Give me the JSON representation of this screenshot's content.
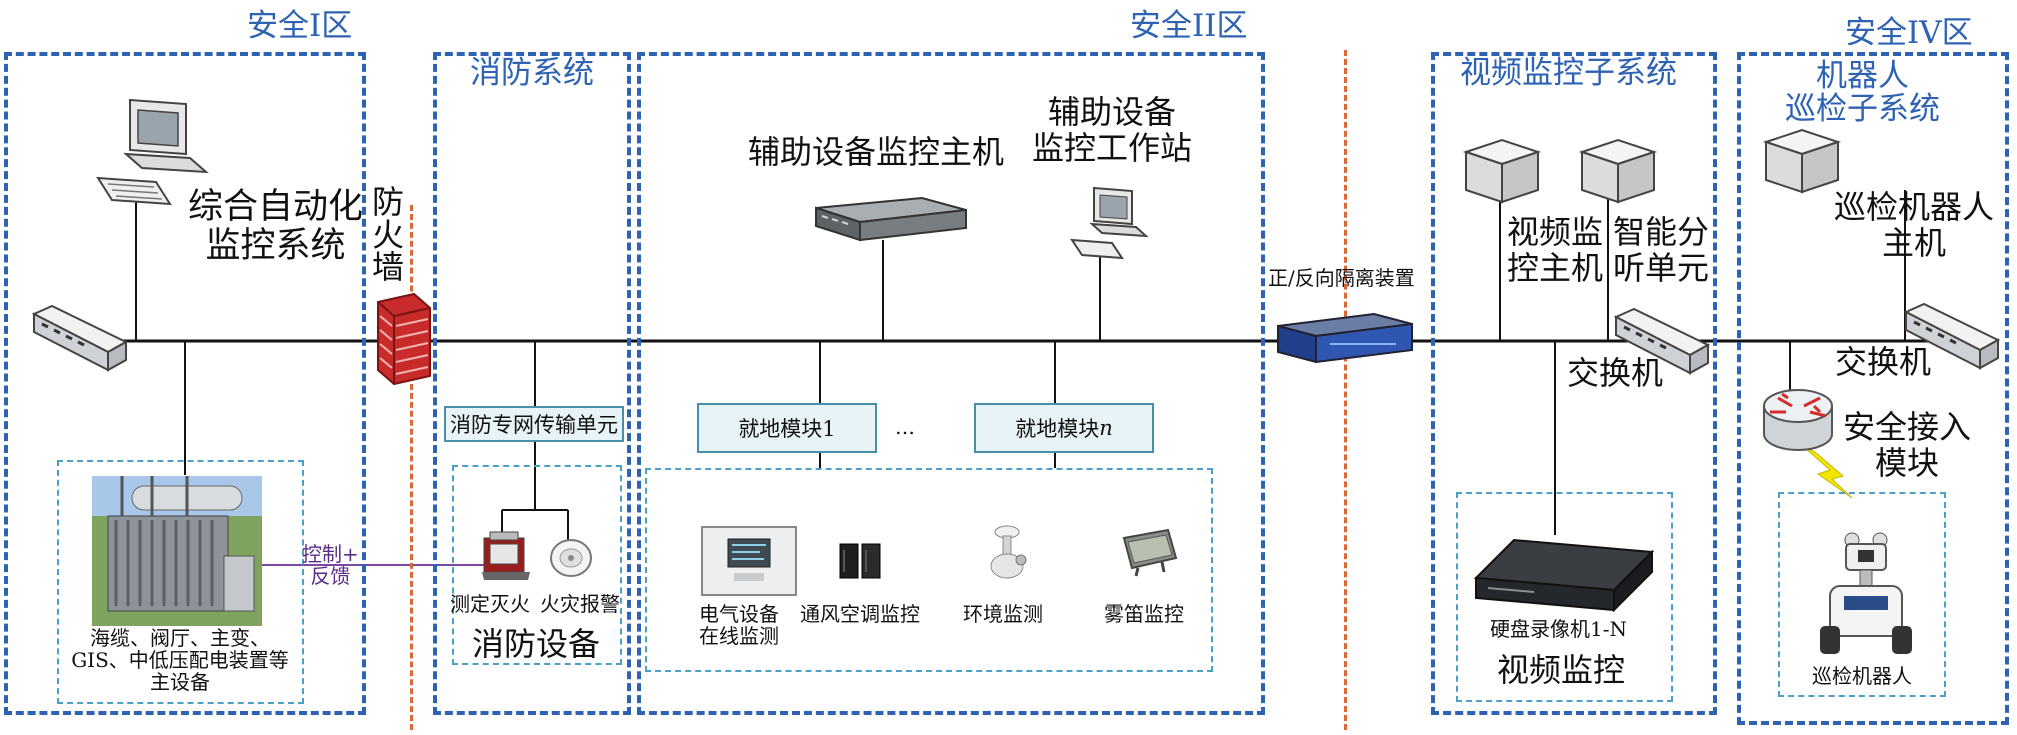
{
  "zones": {
    "zone1_title": "安全I区",
    "fire_title": "消防系统",
    "zone2_title": "安全II区",
    "video_title": "视频监控子系统",
    "zone4_title": "安全IV区",
    "robot_title": "机器人\n巡检子系统"
  },
  "labels": {
    "auto_system": "综合自动化\n监控系统",
    "firewall": "防\n火\n墙",
    "aux_host": "辅助设备监控主机",
    "aux_ws": "辅助设备\n监控工作站",
    "isolation": "正/反向隔离装置",
    "video_host": "视频监\n控主机",
    "smart_unit": "智能分\n听单元",
    "switch_video": "交换机",
    "robot_host": "巡检机器人\n主机",
    "switch_robot": "交换机",
    "secure_access": "安全接入\n模块",
    "control_feedback": "控制+\n反馈",
    "main_equipment": "海缆、阀厅、主变、\nGIS、中低压配电装置等\n主设备",
    "fire_unit": "消防专网传输单元",
    "fire_extinguish": "测定灭火",
    "fire_alarm": "火灾报警",
    "fire_equipment": "消防设备",
    "module1": "就地模块1",
    "ellipsis": "…",
    "module_n_prefix": "就地模块",
    "module_n_suffix": "n",
    "elec_monitor": "电气设备\n在线监测",
    "hvac_monitor": "通风空调监控",
    "env_monitor": "环境监测",
    "fog_monitor": "雾笛监控",
    "nvr": "硬盘录像机1-N",
    "video_monitor": "视频监控",
    "robot": "巡检机器人"
  },
  "colors": {
    "zone_border": "#2e62b3",
    "sub_border": "#4aa0c9",
    "separator": "#d86a3a",
    "bus": "#111111",
    "control_line": "#7a4a9e"
  }
}
